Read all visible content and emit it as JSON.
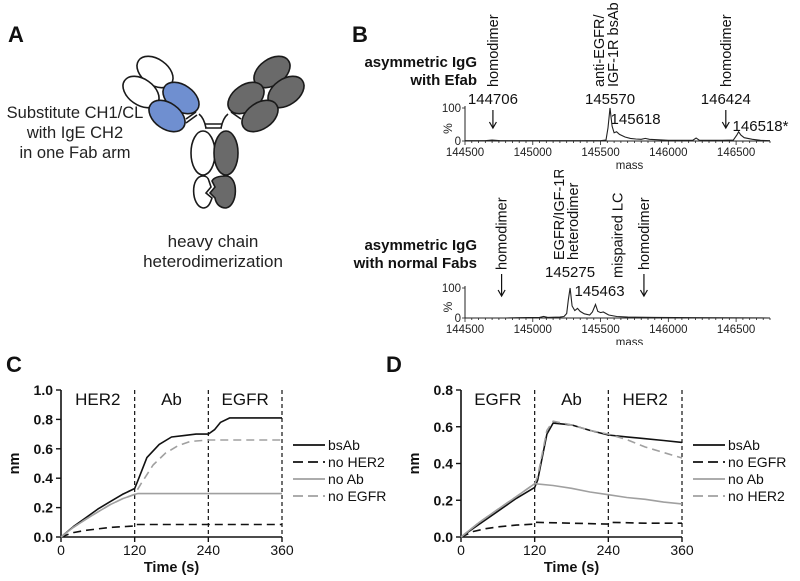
{
  "panels": {
    "A": {
      "label": "A",
      "left_caption": [
        "Substitute CH1/CL",
        "with IgE CH2",
        "in one Fab arm"
      ],
      "bottom_caption": [
        "heavy chain",
        "heterodimerization"
      ],
      "colors": {
        "blue_fab": "#6f8fd0",
        "dark_chain": "#6a6a6a",
        "light_chain": "#ffffff",
        "outline": "#1a1a1a"
      }
    },
    "B": {
      "label": "B",
      "top": {
        "title": [
          "asymmetric IgG",
          "with Efab"
        ],
        "annotations": [
          {
            "text": "homodimer",
            "mass": 144706,
            "value_label": "144706",
            "arrow": true
          },
          {
            "text": "anti-EGFR/",
            "text2": "IGF-1R bsAb",
            "mass": 145570,
            "value_label": "145570",
            "arrow": false
          },
          {
            "text": "homodimer",
            "mass": 146424,
            "value_label": "146424",
            "arrow": true
          }
        ],
        "extra_labels": [
          {
            "text": "145618",
            "mass": 145618
          },
          {
            "text": "146518*",
            "mass": 146518
          }
        ]
      },
      "bottom": {
        "title": [
          "asymmetric IgG",
          "with normal Fabs"
        ],
        "annotations": [
          {
            "text": "homodimer",
            "mass": 144770,
            "arrow": true
          },
          {
            "text": "EGFR/IGF-1R",
            "text2": "heterodimer",
            "mass": 145275,
            "value_label": "145275",
            "arrow": false
          },
          {
            "text": "mispaired LC",
            "mass": 145463,
            "value_label": "145463",
            "arrow": false
          },
          {
            "text": "homodimer",
            "mass": 145820,
            "arrow": true
          }
        ]
      },
      "y_axis_label": "%",
      "x_axis_label": "mass"
    },
    "C": {
      "label": "C"
    },
    "D": {
      "label": "D"
    }
  },
  "chart_data": [
    {
      "panel": "B-top",
      "type": "line",
      "title": "asymmetric IgG with Efab",
      "xlabel": "mass",
      "ylabel": "%",
      "xlim": [
        144500,
        146750
      ],
      "ylim": [
        0,
        100
      ],
      "xticks": [
        144500,
        145000,
        145500,
        146000,
        146500
      ],
      "yticks": [
        0,
        100
      ],
      "series": [
        {
          "name": "spectrum",
          "x": [
            144500,
            144650,
            144700,
            144760,
            145000,
            145300,
            145500,
            145540,
            145555,
            145570,
            145585,
            145600,
            145618,
            145640,
            145680,
            145720,
            145760,
            145800,
            145830,
            145860,
            146000,
            146180,
            146205,
            146230,
            146400,
            146480,
            146505,
            146518,
            146535,
            146560,
            146620,
            146680,
            146750
          ],
          "y": [
            1,
            1,
            3,
            1,
            1,
            1,
            1,
            3,
            40,
            100,
            45,
            25,
            28,
            20,
            12,
            8,
            6,
            5,
            8,
            5,
            2,
            2,
            9,
            2,
            2,
            3,
            18,
            28,
            18,
            10,
            5,
            2,
            1
          ]
        }
      ],
      "peaks": [
        {
          "label": "homodimer",
          "mass": 144706
        },
        {
          "label": "anti-EGFR/IGF-1R bsAb",
          "mass": 145570
        },
        {
          "label": "",
          "mass": 145618
        },
        {
          "label": "homodimer",
          "mass": 146424
        },
        {
          "label": "*",
          "mass": 146518
        }
      ]
    },
    {
      "panel": "B-bottom",
      "type": "line",
      "title": "asymmetric IgG with normal Fabs",
      "xlabel": "mass",
      "ylabel": "%",
      "xlim": [
        144500,
        146750
      ],
      "ylim": [
        0,
        100
      ],
      "xticks": [
        144500,
        145000,
        145500,
        146000,
        146500
      ],
      "yticks": [
        0,
        100
      ],
      "series": [
        {
          "name": "spectrum",
          "x": [
            144500,
            144800,
            144900,
            145050,
            145080,
            145110,
            145200,
            145230,
            145250,
            145262,
            145275,
            145290,
            145310,
            145330,
            145350,
            145380,
            145420,
            145440,
            145463,
            145480,
            145500,
            145520,
            145560,
            145620,
            145700,
            145900,
            146200,
            146750
          ],
          "y": [
            0,
            0,
            1,
            2,
            5,
            2,
            3,
            5,
            15,
            60,
            100,
            40,
            25,
            32,
            22,
            14,
            10,
            20,
            45,
            22,
            18,
            20,
            10,
            5,
            3,
            2,
            1,
            0
          ]
        }
      ],
      "peaks": [
        {
          "label": "homodimer",
          "mass": 144770
        },
        {
          "label": "EGFR/IGF-1R heterodimer",
          "mass": 145275
        },
        {
          "label": "mispaired LC",
          "mass": 145463
        },
        {
          "label": "homodimer",
          "mass": 145820
        }
      ]
    },
    {
      "panel": "C",
      "type": "line",
      "xlabel": "Time (s)",
      "ylabel": "nm",
      "xlim": [
        0,
        360
      ],
      "ylim": [
        0,
        1.0
      ],
      "xticks": [
        0,
        120,
        240,
        360
      ],
      "yticks": [
        0.0,
        0.2,
        0.4,
        0.6,
        0.8,
        1.0
      ],
      "phase_lines": [
        120,
        240,
        360
      ],
      "phases": [
        "HER2",
        "Ab",
        "EGFR"
      ],
      "legend_position": "right",
      "series": [
        {
          "name": "bsAb",
          "style": "solid",
          "color": "#111111",
          "x": [
            0,
            20,
            40,
            60,
            80,
            100,
            120,
            125,
            140,
            160,
            180,
            200,
            220,
            240,
            250,
            260,
            275,
            300,
            330,
            360
          ],
          "y": [
            0,
            0.07,
            0.13,
            0.19,
            0.24,
            0.29,
            0.33,
            0.38,
            0.54,
            0.63,
            0.68,
            0.69,
            0.7,
            0.7,
            0.73,
            0.78,
            0.81,
            0.81,
            0.81,
            0.81
          ]
        },
        {
          "name": "no HER2",
          "style": "dashed",
          "color": "#111111",
          "x": [
            0,
            20,
            40,
            60,
            80,
            100,
            120,
            121,
            180,
            240,
            300,
            360
          ],
          "y": [
            0,
            0.03,
            0.045,
            0.055,
            0.065,
            0.07,
            0.075,
            0.085,
            0.085,
            0.085,
            0.085,
            0.085
          ]
        },
        {
          "name": "no Ab",
          "style": "solid",
          "color": "#a0a0a0",
          "x": [
            0,
            20,
            40,
            60,
            80,
            100,
            120,
            125,
            180,
            240,
            300,
            360
          ],
          "y": [
            0,
            0.065,
            0.12,
            0.17,
            0.22,
            0.26,
            0.29,
            0.295,
            0.295,
            0.295,
            0.295,
            0.295
          ]
        },
        {
          "name": "no EGFR",
          "style": "dashed",
          "color": "#a0a0a0",
          "x": [
            0,
            20,
            40,
            60,
            80,
            100,
            120,
            130,
            150,
            170,
            190,
            210,
            240,
            270,
            300,
            360
          ],
          "y": [
            0,
            0.065,
            0.12,
            0.17,
            0.22,
            0.26,
            0.29,
            0.36,
            0.49,
            0.57,
            0.62,
            0.65,
            0.66,
            0.66,
            0.66,
            0.66
          ]
        }
      ]
    },
    {
      "panel": "D",
      "type": "line",
      "xlabel": "Time (s)",
      "ylabel": "nm",
      "xlim": [
        0,
        360
      ],
      "ylim": [
        0,
        0.8
      ],
      "xticks": [
        0,
        120,
        240,
        360
      ],
      "yticks": [
        0.0,
        0.2,
        0.4,
        0.6,
        0.8
      ],
      "phase_lines": [
        120,
        240,
        360
      ],
      "phases": [
        "EGFR",
        "Ab",
        "HER2"
      ],
      "legend_position": "right",
      "series": [
        {
          "name": "bsAb",
          "style": "solid",
          "color": "#111111",
          "x": [
            0,
            30,
            60,
            90,
            120,
            125,
            140,
            150,
            180,
            210,
            240,
            270,
            300,
            330,
            360
          ],
          "y": [
            0,
            0.07,
            0.14,
            0.21,
            0.27,
            0.31,
            0.56,
            0.62,
            0.61,
            0.58,
            0.555,
            0.545,
            0.535,
            0.525,
            0.515
          ]
        },
        {
          "name": "no EGFR",
          "style": "dashed",
          "color": "#111111",
          "x": [
            0,
            20,
            40,
            60,
            90,
            120,
            121,
            180,
            240,
            241,
            300,
            360
          ],
          "y": [
            0,
            0.03,
            0.045,
            0.055,
            0.065,
            0.07,
            0.08,
            0.075,
            0.07,
            0.08,
            0.075,
            0.075
          ]
        },
        {
          "name": "no Ab",
          "style": "solid",
          "color": "#a0a0a0",
          "x": [
            0,
            30,
            60,
            90,
            120,
            150,
            180,
            210,
            240,
            270,
            300,
            330,
            360
          ],
          "y": [
            0,
            0.08,
            0.15,
            0.22,
            0.29,
            0.28,
            0.265,
            0.245,
            0.23,
            0.215,
            0.205,
            0.19,
            0.18
          ]
        },
        {
          "name": "no HER2",
          "style": "dashed",
          "color": "#a0a0a0",
          "x": [
            0,
            30,
            60,
            90,
            120,
            125,
            140,
            150,
            180,
            210,
            240,
            270,
            300,
            330,
            360
          ],
          "y": [
            0,
            0.08,
            0.15,
            0.22,
            0.29,
            0.33,
            0.58,
            0.63,
            0.61,
            0.58,
            0.56,
            0.53,
            0.49,
            0.46,
            0.43
          ]
        }
      ]
    }
  ]
}
